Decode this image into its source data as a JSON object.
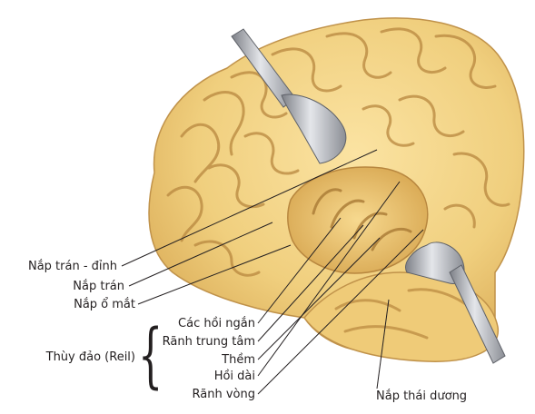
{
  "figure": {
    "labels": [
      "Nắp trán - đỉnh",
      "Nắp trán",
      "Nắp ổ mắt",
      "Các hồi ngắn",
      "Rãnh trung tâm",
      "Thềm",
      "Hồi dài",
      "Rãnh vòng",
      "Nắp thái dương"
    ],
    "group_label": "Thùy đảo (Reil)",
    "group_brace": "{"
  },
  "colors": {
    "brain_fill": "#f0cf7e",
    "brain_shadow": "#c99a45",
    "brain_highlight": "#fbe7b0",
    "retractor": "#b9bcc2",
    "leader_line": "#231f20"
  }
}
